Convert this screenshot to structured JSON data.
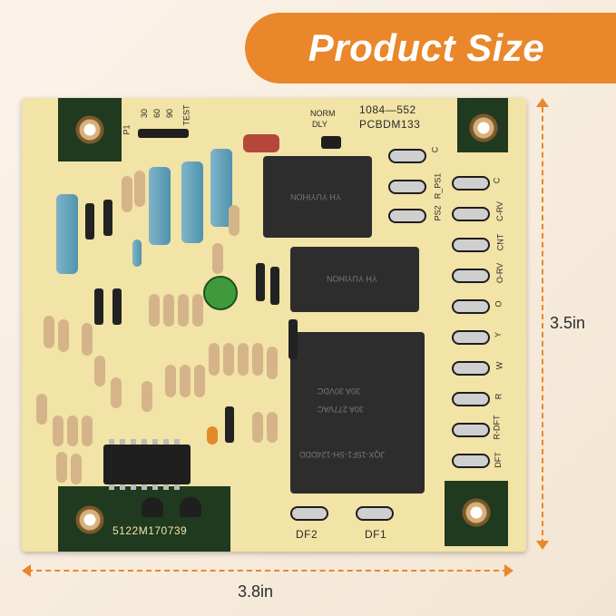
{
  "banner": {
    "title": "Product Size"
  },
  "dimensions": {
    "width": "3.8in",
    "height": "3.5in"
  },
  "board": {
    "part_number": "1084—552",
    "board_code": "PCBDM133",
    "serial": "5122M170739",
    "jumper_p1_labels": [
      "P1",
      "30",
      "60",
      "90",
      "TEST"
    ],
    "jumper_k3_labels": [
      "NORM",
      "DLY"
    ],
    "terminal_labels": [
      "C",
      "R_PS1",
      "C",
      "PS2",
      "C-RV",
      "CNT",
      "O-RV",
      "O",
      "Y",
      "W",
      "R",
      "R-DFT",
      "DFT"
    ],
    "bottom_terminals": [
      "DF2",
      "DF1"
    ],
    "relay_top_text": "YH YUYIHON",
    "relay_big_text": [
      "30A 30VDC",
      "30A 277VAC",
      "JQX-15F1-SH-124DDD"
    ]
  },
  "colors": {
    "accent": "#e9872a",
    "board": "#f2e3a6",
    "pad": "#1f3a1e"
  }
}
